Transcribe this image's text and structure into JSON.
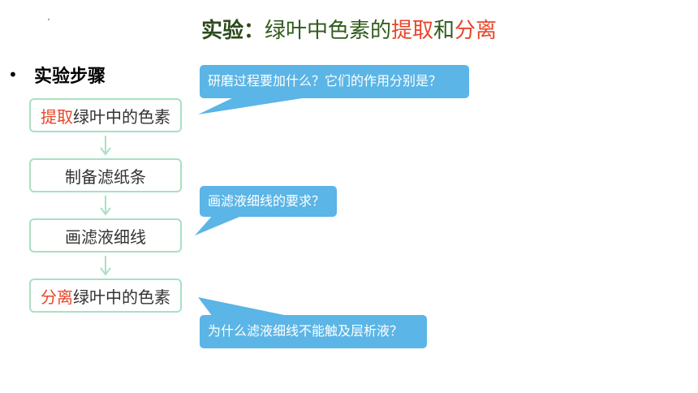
{
  "title": {
    "part1": "实验：",
    "part2": "绿叶中色素的",
    "part3": "提取",
    "part4": "和",
    "part5": "分离"
  },
  "bullet": {
    "text": "实验步骤"
  },
  "steps": [
    {
      "accent": "提取",
      "text": "绿叶中的色素"
    },
    {
      "accent": "",
      "text": "制备滤纸条"
    },
    {
      "accent": "",
      "text": "画滤液细线"
    },
    {
      "accent": "分离",
      "text": "绿叶中的色素"
    }
  ],
  "callouts": [
    {
      "text": "研磨过程要加什么？它们的作用分别是？"
    },
    {
      "text": "画滤液细线的要求？"
    },
    {
      "text": "为什么滤液细线不能触及层析液？"
    }
  ],
  "colors": {
    "bubble": "#5bb5e6",
    "box_border": "#a9e0c3",
    "accent_red": "#e8462a",
    "title_green": "#2f5a1a"
  }
}
